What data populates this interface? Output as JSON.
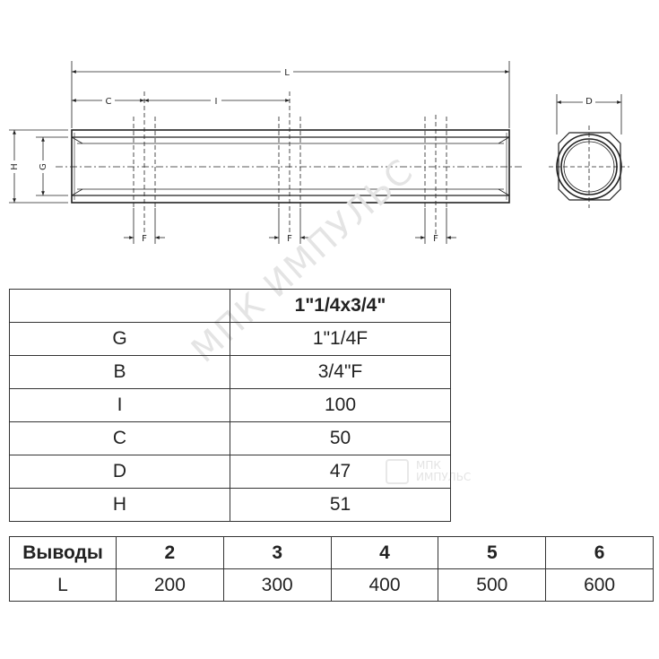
{
  "drawing": {
    "labels": {
      "L": "L",
      "C": "C",
      "I": "I",
      "H": "H",
      "G": "G",
      "F": "F",
      "D": "D"
    }
  },
  "spec_table": {
    "header": "1\"1/4x3/4\"",
    "rows": [
      {
        "param": "G",
        "value": "1\"1/4F"
      },
      {
        "param": "B",
        "value": "3/4\"F"
      },
      {
        "param": "I",
        "value": "100"
      },
      {
        "param": "C",
        "value": "50"
      },
      {
        "param": "D",
        "value": "47"
      },
      {
        "param": "H",
        "value": "51"
      }
    ]
  },
  "outlets_table": {
    "header_label": "Выводы",
    "row_label": "L",
    "outlets": [
      "2",
      "3",
      "4",
      "5",
      "6"
    ],
    "lengths": [
      "200",
      "300",
      "400",
      "500",
      "600"
    ]
  },
  "watermark": {
    "text": "МПК ИМПУЛЬС",
    "logo_line1": "МПК",
    "logo_line2": "ИМПУЛЬС"
  }
}
